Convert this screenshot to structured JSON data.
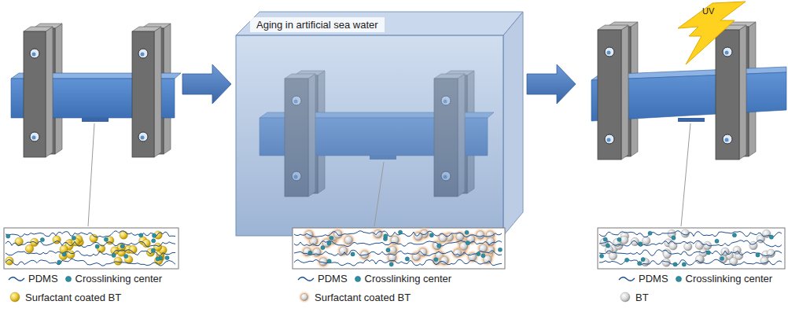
{
  "diagram": {
    "labels": [
      "Aging in artificial sea water",
      "UV"
    ],
    "legend": [
      {
        "text": "PDMS"
      },
      {
        "text": "Crosslinking center"
      },
      {
        "text": "Surfactant coated BT"
      },
      {
        "text": "PDMS"
      },
      {
        "text": "Crosslinking center"
      },
      {
        "text": "Surfactant coated BT"
      },
      {
        "text": "PDMS"
      },
      {
        "text": "Crosslinking center"
      },
      {
        "text": "BT"
      }
    ]
  }
}
